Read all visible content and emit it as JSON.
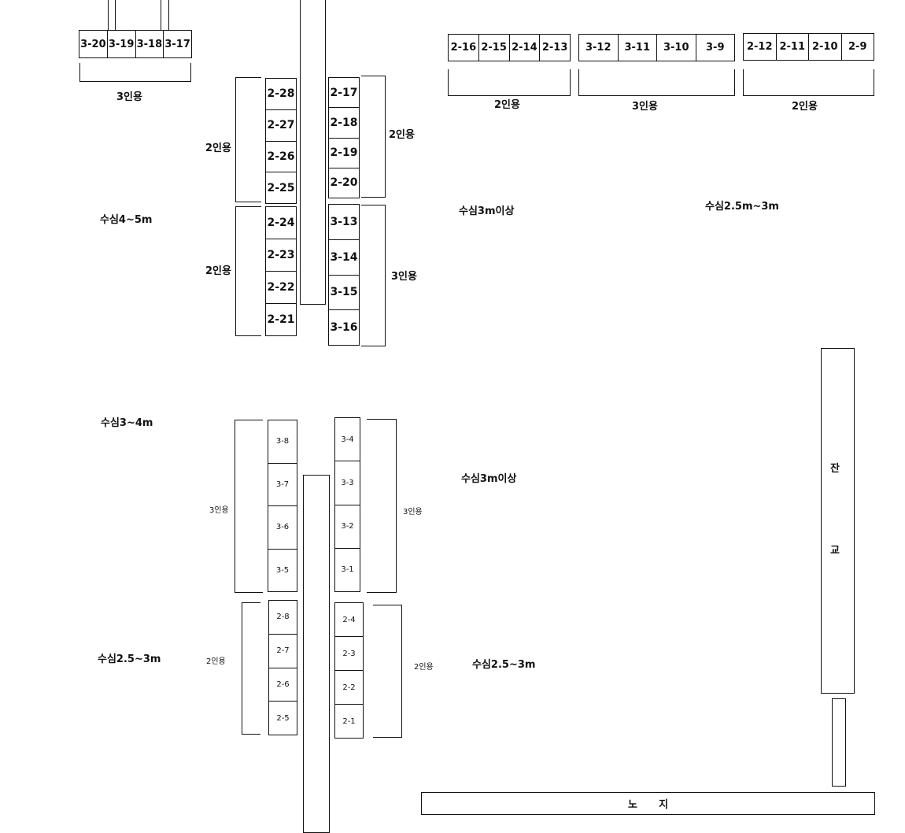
{
  "top_left_row": {
    "cells": [
      "3-20",
      "3-19",
      "3-18",
      "3-17"
    ],
    "label": "3인용"
  },
  "top_right_rows": [
    {
      "cells": [
        "2-16",
        "2-15",
        "2-14",
        "2-13"
      ],
      "label": "2인용"
    },
    {
      "cells": [
        "3-12",
        "3-11",
        "3-10",
        "3-9"
      ],
      "label": "3인용"
    },
    {
      "cells": [
        "2-12",
        "2-11",
        "2-10",
        "2-9"
      ],
      "label": "2인용"
    }
  ],
  "upper_left_stack_a": {
    "cells": [
      "2-28",
      "2-27",
      "2-26",
      "2-25"
    ],
    "label": "2인용"
  },
  "upper_left_stack_b": {
    "cells": [
      "2-24",
      "2-23",
      "2-22",
      "2-21"
    ],
    "label": "2인용"
  },
  "upper_right_stack_a": {
    "cells": [
      "2-17",
      "2-18",
      "2-19",
      "2-20"
    ],
    "label": "2인용"
  },
  "upper_right_stack_b": {
    "cells": [
      "3-13",
      "3-14",
      "3-15",
      "3-16"
    ],
    "label": "3인용"
  },
  "lower_left_stack_a": {
    "cells": [
      "3-8",
      "3-7",
      "3-6",
      "3-5"
    ],
    "label": "3인용"
  },
  "lower_left_stack_b": {
    "cells": [
      "2-8",
      "2-7",
      "2-6",
      "2-5"
    ],
    "label": "2인용"
  },
  "lower_right_stack_a": {
    "cells": [
      "3-4",
      "3-3",
      "3-2",
      "3-1"
    ],
    "label": "3인용"
  },
  "lower_right_stack_b": {
    "cells": [
      "2-4",
      "2-3",
      "2-2",
      "2-1"
    ],
    "label": "2인용"
  },
  "depths": {
    "d1": "수심4~5m",
    "d2": "수심3m이상",
    "d3": "수심2.5m~3m",
    "d4": "수심3~4m",
    "d5": "수심3m이상",
    "d6": "수심2.5~3m",
    "d7": "수심2.5~3m"
  },
  "pier": {
    "chars": [
      "잔",
      "교"
    ]
  },
  "land": {
    "text": "노      지"
  }
}
